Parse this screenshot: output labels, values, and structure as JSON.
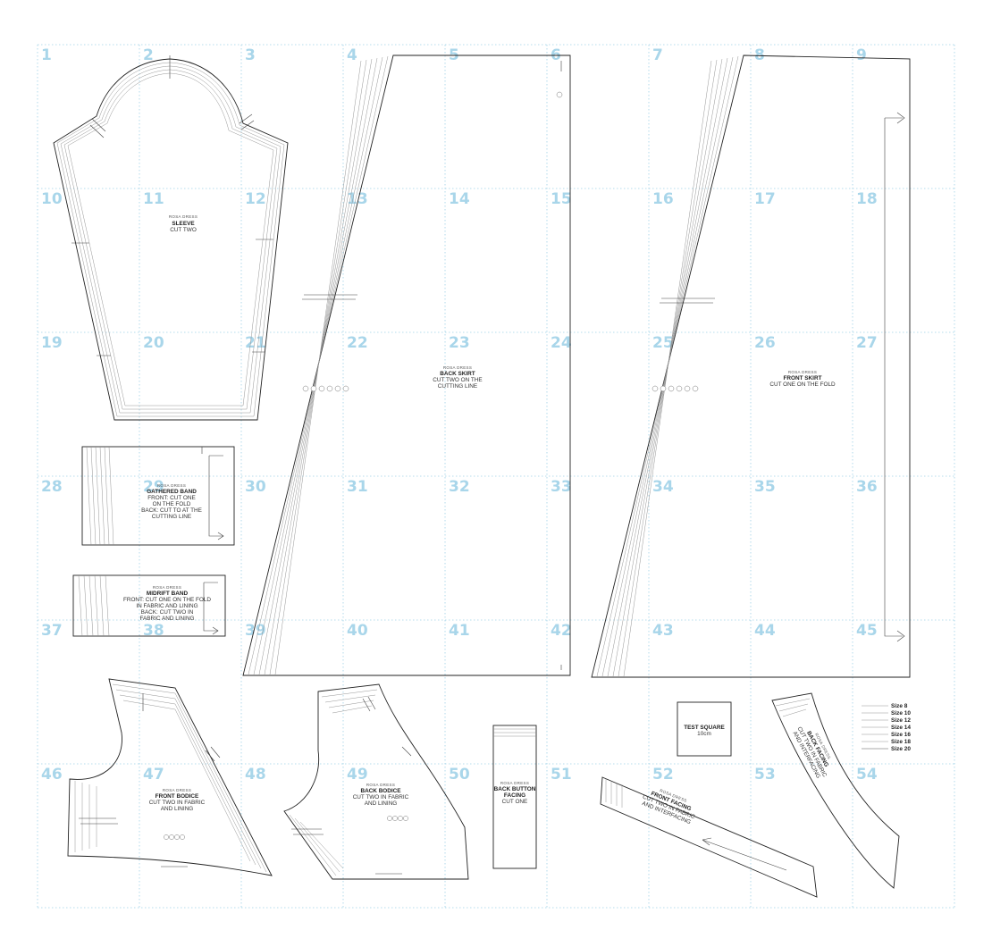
{
  "sheet": {
    "page_numbers": [
      "1",
      "2",
      "3",
      "4",
      "5",
      "6",
      "7",
      "8",
      "9",
      "10",
      "11",
      "12",
      "13",
      "14",
      "15",
      "16",
      "17",
      "18",
      "19",
      "20",
      "21",
      "22",
      "23",
      "24",
      "25",
      "26",
      "27",
      "28",
      "29",
      "30",
      "31",
      "32",
      "33",
      "34",
      "35",
      "36",
      "37",
      "38",
      "39",
      "40",
      "41",
      "42",
      "43",
      "44",
      "45",
      "46",
      "47",
      "48",
      "49",
      "50",
      "51",
      "52",
      "53",
      "54"
    ],
    "grid_color": "#9fd1e6",
    "page_number_color": "#a9d6ea"
  },
  "pieces": {
    "sleeve": {
      "brand": "ROSA DRESS",
      "title": "SLEEVE",
      "lines": [
        "CUT TWO"
      ]
    },
    "back_skirt": {
      "brand": "ROSA DRESS",
      "title": "BACK SKIRT",
      "lines": [
        "CUT TWO ON THE",
        "CUTTING LINE"
      ]
    },
    "front_skirt": {
      "brand": "ROSA DRESS",
      "title": "FRONT SKIRT",
      "lines": [
        "CUT ONE ON THE FOLD"
      ]
    },
    "gathered_band": {
      "brand": "ROSA DRESS",
      "title": "GATHERED BAND",
      "lines": [
        "FRONT: CUT ONE",
        "ON THE FOLD",
        "BACK: CUT TO AT THE",
        "CUTTING LINE"
      ]
    },
    "midrift_band": {
      "brand": "ROSA DRESS",
      "title": "MIDRIFT BAND",
      "lines": [
        "FRONT: CUT ONE ON THE FOLD",
        "IN FABRIC AND LINING",
        "BACK: CUT TWO IN",
        "FABRIC AND LINING"
      ]
    },
    "front_bodice": {
      "brand": "ROSA DRESS",
      "title": "FRONT BODICE",
      "lines": [
        "CUT TWO IN FABRIC",
        "AND LINING"
      ]
    },
    "back_bodice": {
      "brand": "ROSA DRESS",
      "title": "BACK BODICE",
      "lines": [
        "CUT TWO IN FABRIC",
        "AND LINING"
      ]
    },
    "back_button_facing": {
      "brand": "ROSA DRESS",
      "title_lines": [
        "BACK BUTTON",
        "FACING"
      ],
      "lines": [
        "CUT ONE"
      ]
    },
    "front_facing": {
      "brand": "ROSA DRESS",
      "title": "FRONT FACING",
      "lines": [
        "CUT TWO IN FABRIC",
        "AND INTERFACING"
      ]
    },
    "back_facing": {
      "brand": "ROSA DRESS",
      "title": "BACK FACING",
      "lines": [
        "CUT TWO IN FABRIC",
        "AND INTERFACING"
      ]
    }
  },
  "test_square": {
    "title": "TEST SQUARE",
    "size": "10cm"
  },
  "size_legend": [
    "Size 8",
    "Size 10",
    "Size 12",
    "Size 14",
    "Size 16",
    "Size 18",
    "Size 20"
  ]
}
